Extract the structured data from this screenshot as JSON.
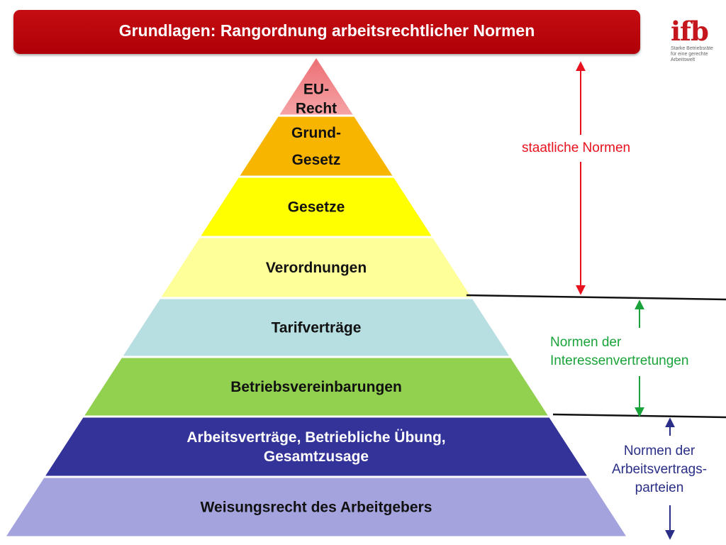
{
  "title": "Grundlagen: Rangordnung arbeitsrechtlicher Normen",
  "logo": {
    "mark": "ifb",
    "tagline": [
      "Starke Betriebsräte",
      "für eine gerechte",
      "Arbeitswelt"
    ]
  },
  "pyramid": [
    {
      "lines": [
        "EU-",
        "Recht"
      ],
      "color": "#f5a3a6"
    },
    {
      "lines": [
        "Grund-",
        "Gesetz"
      ],
      "color": "#f7b500"
    },
    {
      "lines": [
        "Gesetze"
      ],
      "color": "#ffff00"
    },
    {
      "lines": [
        "Verordnungen"
      ],
      "color": "#ffff99"
    },
    {
      "lines": [
        "Tarifverträge"
      ],
      "color": "#b7dee1"
    },
    {
      "lines": [
        "Betriebsvereinbarungen"
      ],
      "color": "#92d050"
    },
    {
      "lines": [
        "Arbeitsverträge, Betriebliche Übung,",
        "Gesamtzusage"
      ],
      "color": "#333399"
    },
    {
      "lines": [
        "Weisungsrecht des Arbeitgebers"
      ],
      "color": "#a4a3de"
    }
  ],
  "side_labels": {
    "staatliche": "staatliche Normen",
    "interessen": [
      "Normen der",
      "Interessenvertretungen"
    ],
    "arbeitsvertrag": [
      "Normen der",
      "Arbeitsvertrags-",
      "parteien"
    ]
  },
  "colors": {
    "banner": "#c00000",
    "staatliche_arrow": "#e8121e",
    "interessen_arrow": "#1aa33a",
    "arbeitsvertrag_arrow": "#2a2e86",
    "dark_text": "#111111",
    "light_text": "#ffffff"
  }
}
